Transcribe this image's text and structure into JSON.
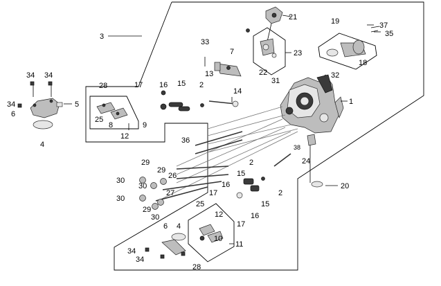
{
  "callouts": {
    "c1": "1",
    "c2a": "2",
    "c2b": "2",
    "c2c": "2",
    "c3": "3",
    "c4a": "4",
    "c4b": "4",
    "c5": "5",
    "c6a": "6",
    "c6b": "6",
    "c7": "7",
    "c8": "8",
    "c9": "9",
    "c10": "10",
    "c11": "11",
    "c12a": "12",
    "c12b": "12",
    "c13": "13",
    "c14": "14",
    "c15a": "15",
    "c15b": "15",
    "c15c": "15",
    "c16a": "16",
    "c16b": "16",
    "c16c": "16",
    "c17a": "17",
    "c17b": "17",
    "c17c": "17",
    "c18": "18",
    "c19": "19",
    "c20": "20",
    "c21": "21",
    "c22": "22",
    "c23": "23",
    "c24": "24",
    "c25a": "25",
    "c25b": "25",
    "c26": "26",
    "c27": "27",
    "c28a": "28",
    "c28b": "28",
    "c29a": "29",
    "c29b": "29",
    "c29c": "29",
    "c30a": "30",
    "c30b": "30",
    "c30c": "30",
    "c30d": "30",
    "c31": "31",
    "c32": "32",
    "c33": "33",
    "c34a": "34",
    "c34b": "34",
    "c34c": "34",
    "c34d": "34",
    "c34e": "34",
    "c35": "35",
    "c36": "36",
    "c37": "37",
    "c38": "38"
  }
}
